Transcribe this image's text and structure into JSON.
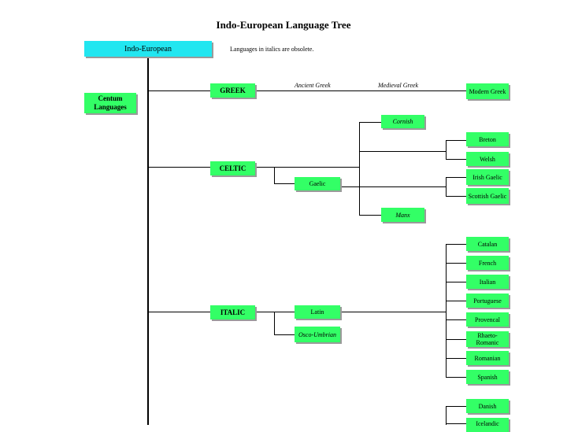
{
  "title": "Indo-European Language Tree",
  "note": "Languages in italics are obsolete.",
  "root": "Indo-European",
  "group": "Centum Languages",
  "branches": {
    "greek": {
      "label": "GREEK",
      "stages": [
        "Ancient Greek",
        "Medieval Greek"
      ],
      "leaf": "Modern Greek"
    },
    "celtic": {
      "label": "CELTIC",
      "cornish": "Cornish",
      "brythonic": [
        "Breton",
        "Welsh"
      ],
      "gaelic": "Gaelic",
      "goidelic": [
        "Irish Gaelic",
        "Scottish Gaelic"
      ],
      "manx": "Manx"
    },
    "italic": {
      "label": "ITALIC",
      "latin": "Latin",
      "osco": "Osco-Umbrian",
      "romance": [
        "Catalan",
        "French",
        "Italian",
        "Portuguese",
        "Provencal",
        "Rhaeto-Romanic",
        "Romanian",
        "Spanish"
      ]
    },
    "germanic": {
      "leaves": [
        "Danish",
        "Icelandic"
      ]
    }
  }
}
